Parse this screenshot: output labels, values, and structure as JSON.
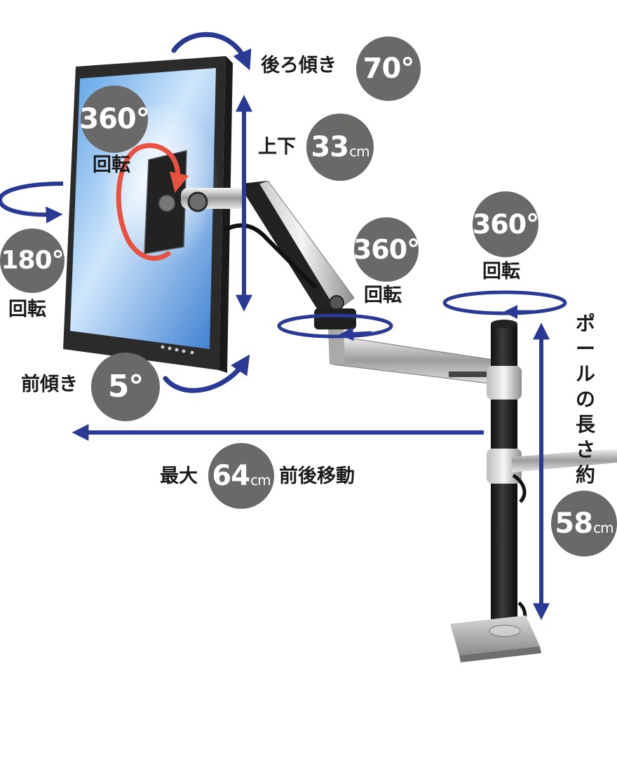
{
  "callouts": {
    "back_tilt": {
      "label": "後ろ傾き",
      "value": "70°"
    },
    "screen_rotate": {
      "value": "360°",
      "label": "回転"
    },
    "up_down": {
      "label": "上下",
      "value": "33",
      "unit": "cm"
    },
    "side_rotate": {
      "value": "180°",
      "label": "回転"
    },
    "arm_rotate": {
      "value": "360°",
      "label": "回転"
    },
    "pole_rotate": {
      "value": "360°",
      "label": "回転"
    },
    "front_tilt": {
      "label": "前傾き",
      "value": "5°"
    },
    "reach": {
      "prefix": "最大",
      "value": "64",
      "unit": "cm",
      "suffix": "前後移動"
    },
    "pole_length": {
      "chars": [
        "ポ",
        "ー",
        "ル",
        "の",
        "長",
        "さ",
        "約"
      ],
      "value": "58",
      "unit": "cm"
    }
  },
  "colors": {
    "arrow": "#2a3a94",
    "badge": "#6b6968",
    "rotate_arrow": "#e8503f"
  }
}
